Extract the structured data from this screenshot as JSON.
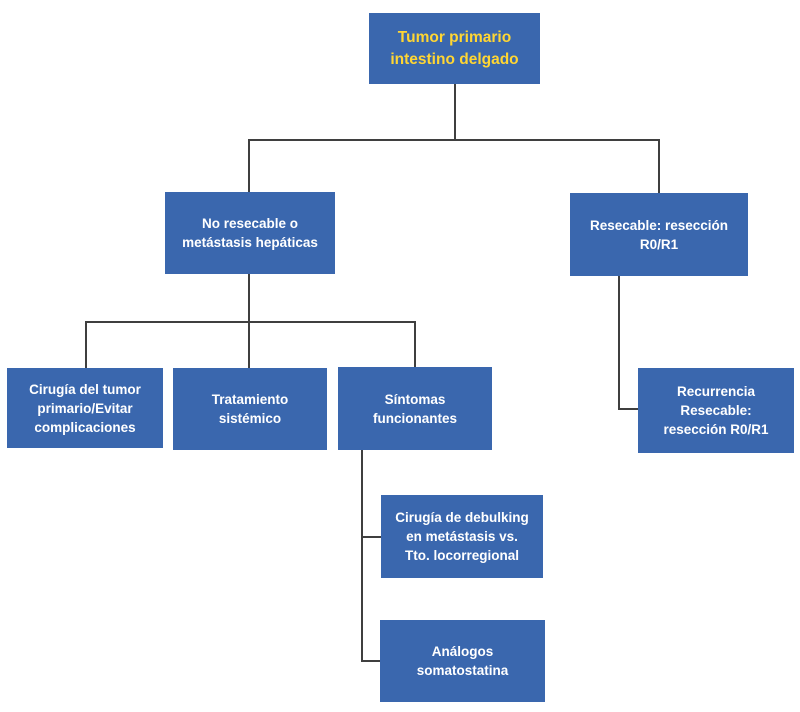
{
  "colors": {
    "node_fill": "#3A67AE",
    "node_text": "#FFFFFF",
    "root_text": "#FFD633",
    "connector": "#3F3F3F",
    "background": "#FFFFFF"
  },
  "flowchart": {
    "nodes": {
      "root": {
        "label": "Tumor primario\nintestino delgado"
      },
      "no_resecable": {
        "label": "No resecable o\nmetástasis hepáticas"
      },
      "resecable": {
        "label": "Resecable: resección\nR0/R1"
      },
      "cirugia_tumor": {
        "label": "Cirugía del tumor\nprimario/Evitar\ncomplicaciones"
      },
      "tratamiento": {
        "label": "Tratamiento\nsistémico"
      },
      "sintomas": {
        "label": "Síntomas\nfuncionantes"
      },
      "recurrencia": {
        "label": "Recurrencia\nResecable:\nresección R0/R1"
      },
      "debulking": {
        "label": "Cirugía de debulking\nen metástasis vs.\nTto. locorregional"
      },
      "analogos": {
        "label": "Análogos\nsomatostatina"
      }
    },
    "edges": [
      {
        "from": "root",
        "to": "no_resecable"
      },
      {
        "from": "root",
        "to": "resecable"
      },
      {
        "from": "no_resecable",
        "to": "cirugia_tumor"
      },
      {
        "from": "no_resecable",
        "to": "tratamiento"
      },
      {
        "from": "no_resecable",
        "to": "sintomas"
      },
      {
        "from": "resecable",
        "to": "recurrencia"
      },
      {
        "from": "sintomas",
        "to": "debulking"
      },
      {
        "from": "sintomas",
        "to": "analogos"
      }
    ]
  }
}
